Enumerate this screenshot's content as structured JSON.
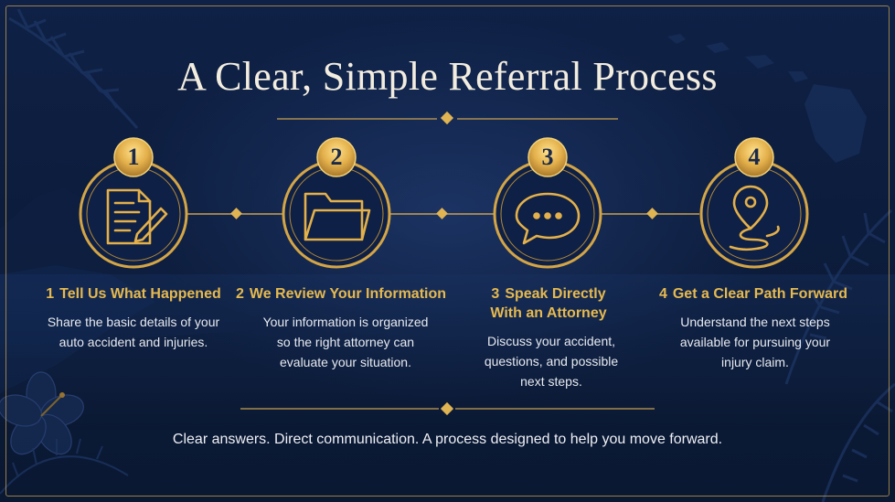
{
  "title": "A Clear, Simple Referral Process",
  "colors": {
    "gold": "#d4a546",
    "gold_light": "#f0c862",
    "navy": "#0c1c3c",
    "text": "#e8eaf0"
  },
  "steps": [
    {
      "number": "1",
      "title": "Tell Us What Happened",
      "description": "Share the basic details of your auto accident and injuries.",
      "icon": "document-pen-icon"
    },
    {
      "number": "2",
      "title": "We Review Your Information",
      "description": "Your information is organized so the right attorney can evaluate your situation.",
      "icon": "folder-icon"
    },
    {
      "number": "3",
      "title": "Speak Directly With an Attorney",
      "description": "Discuss your accident, questions, and possible next steps.",
      "icon": "chat-bubble-icon"
    },
    {
      "number": "4",
      "title": "Get a Clear Path Forward",
      "description": "Understand the next steps available for pursuing your injury claim.",
      "icon": "map-pin-path-icon"
    }
  ],
  "footer": "Clear answers. Direct communication. A process designed to help you move forward."
}
